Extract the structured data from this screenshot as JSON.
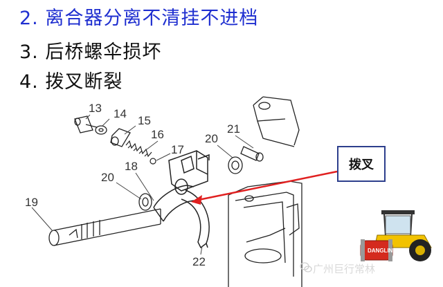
{
  "lines": {
    "line1": "2. 离合器分离不清挂不进档",
    "line2": "3. 后桥螺伞损坏",
    "line3": "4. 拨叉断裂"
  },
  "callout": {
    "label": "拨叉"
  },
  "parts": {
    "p13": "13",
    "p14": "14",
    "p15": "15",
    "p16": "16",
    "p17": "17",
    "p18": "18",
    "p19": "19",
    "p20a": "20",
    "p20b": "20",
    "p21": "21",
    "p22": "22"
  },
  "roller": {
    "brand": "DANGLIN"
  },
  "watermark": {
    "text": "广州巨行常林"
  },
  "colors": {
    "title_blue": "#1f2fd0",
    "arrow_red": "#e02020",
    "callout_border": "#2c3e8c"
  }
}
